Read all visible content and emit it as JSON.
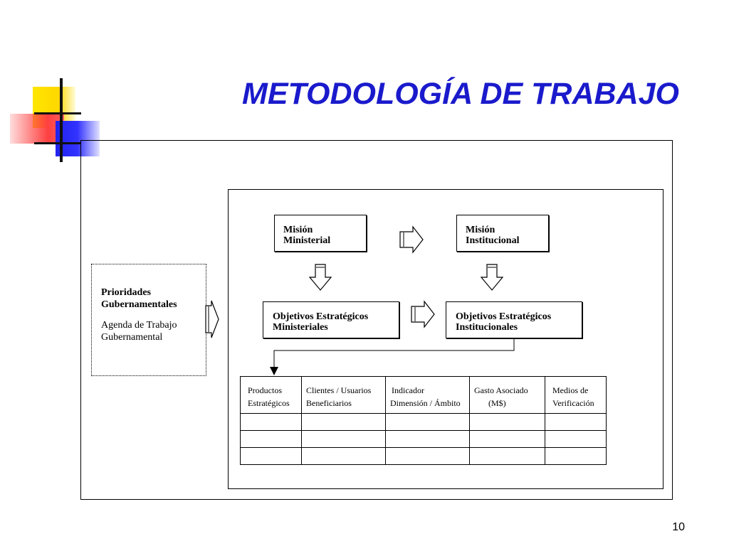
{
  "slide": {
    "title": "METODOLOGÍA DE TRABAJO",
    "page_number": "10"
  },
  "diagram": {
    "prioridades": {
      "line1": "Prioridades",
      "line2": "Gubernamentales",
      "line3": "Agenda de Trabajo",
      "line4": "Gubernamental"
    },
    "mision_ministerial": {
      "line1": "Misión",
      "line2": "Ministerial"
    },
    "mision_institucional": {
      "line1": "Misión",
      "line2": "Institucional"
    },
    "objetivos_ministeriales": {
      "line1": "Objetivos Estratégicos",
      "line2": "Ministeriales"
    },
    "objetivos_institucionales": {
      "line1": "Objetivos Estratégicos",
      "line2": "Institucionales"
    },
    "table": {
      "headers": [
        {
          "line1": "Productos",
          "line2": "Estratégicos"
        },
        {
          "line1": "Clientes / Usuarios",
          "line2": " Beneficiarios"
        },
        {
          "line1": "Indicador",
          "line2": "Dimensión / Ámbito"
        },
        {
          "line1": "Gasto Asociado",
          "line2": "(M$)"
        },
        {
          "line1": "Medios de",
          "line2": "Verificación"
        }
      ],
      "empty_rows": 3
    }
  }
}
